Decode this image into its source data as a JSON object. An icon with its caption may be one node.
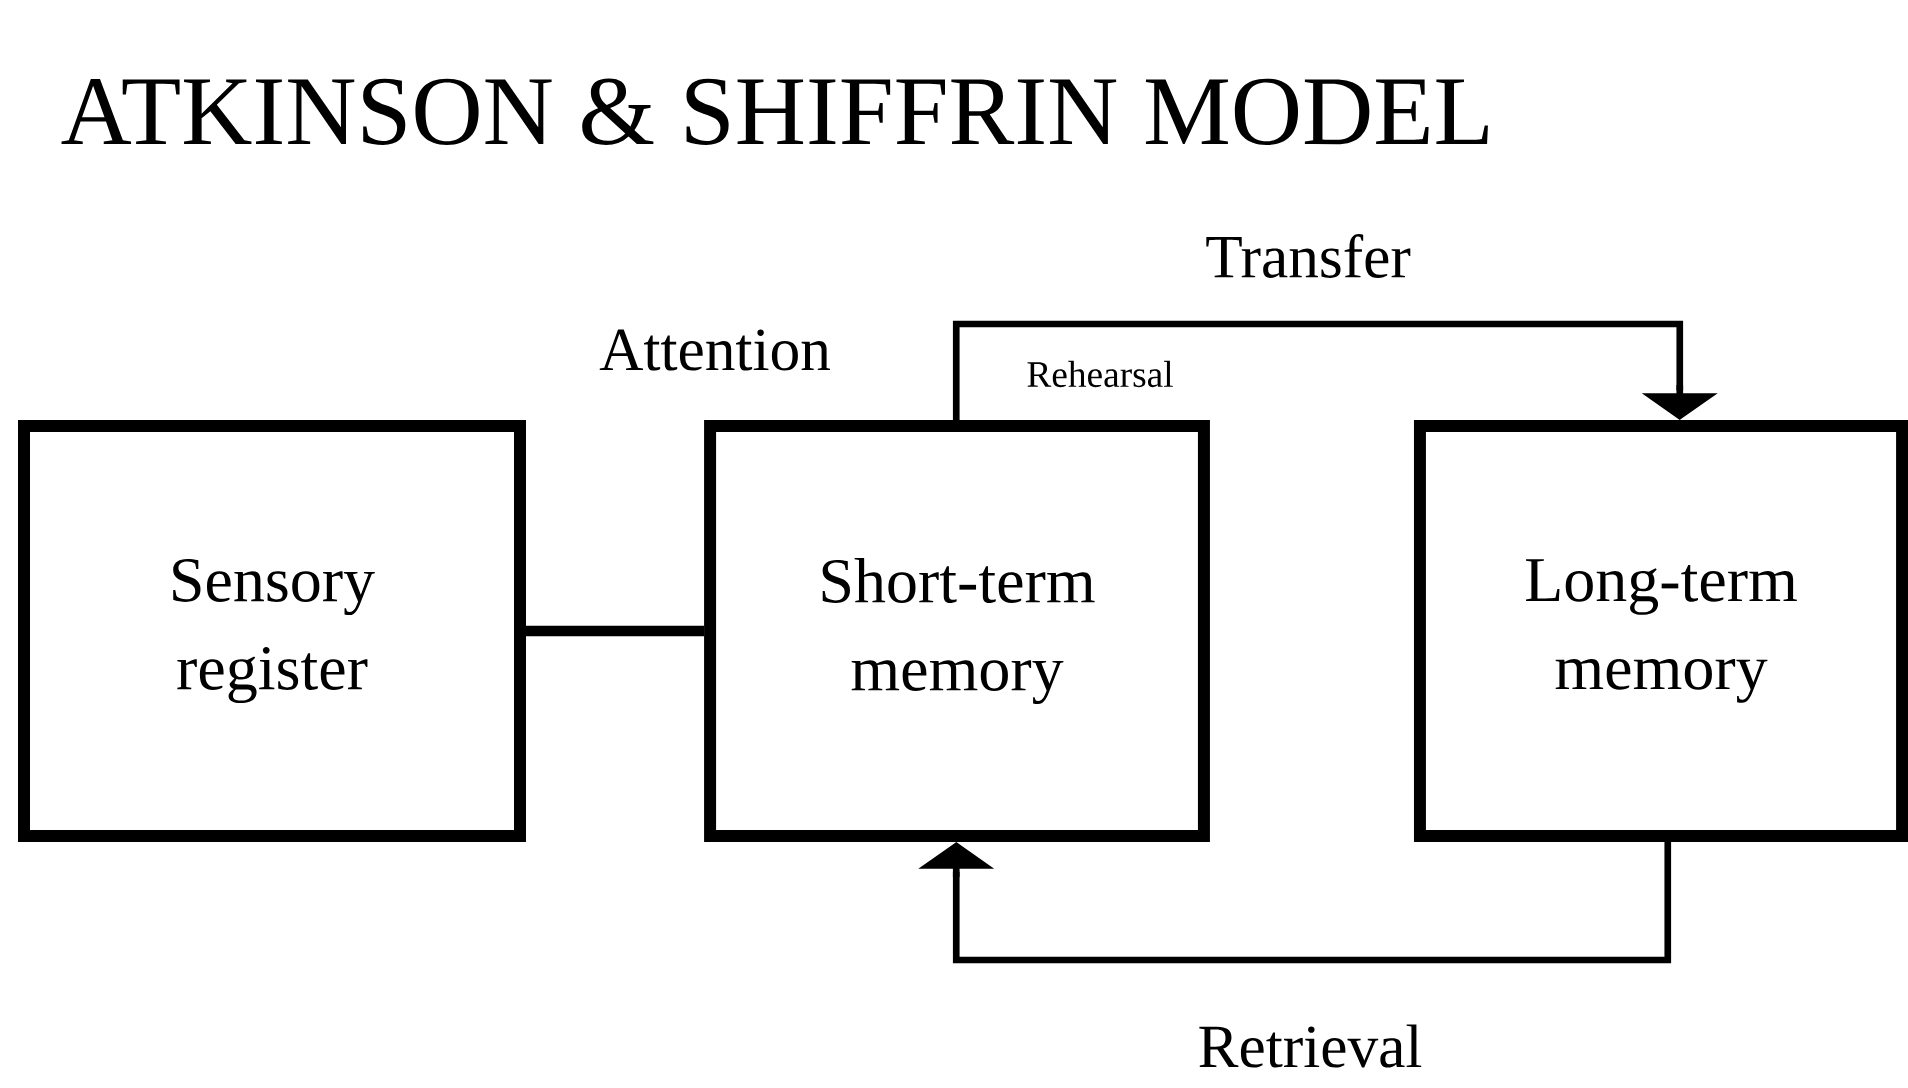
{
  "diagram": {
    "title": "ATKINSON & SHIFFRIN MODEL",
    "nodes": [
      {
        "text": [
          "Sensory register"
        ]
      },
      {
        "text": [
          "Short-term memory"
        ]
      },
      {
        "text": [
          "Long-term memory"
        ]
      }
    ],
    "edges": [
      {
        "from": 0,
        "to": 1,
        "arrow": "none",
        "label": "Attention"
      },
      {
        "from": 1,
        "to": 2,
        "arrow": "to",
        "label": "Transfer"
      },
      {
        "from": 2,
        "to": 1,
        "arrow": "to",
        "label": "Retrieval"
      }
    ],
    "labels": [
      "Rehearsal"
    ]
  }
}
